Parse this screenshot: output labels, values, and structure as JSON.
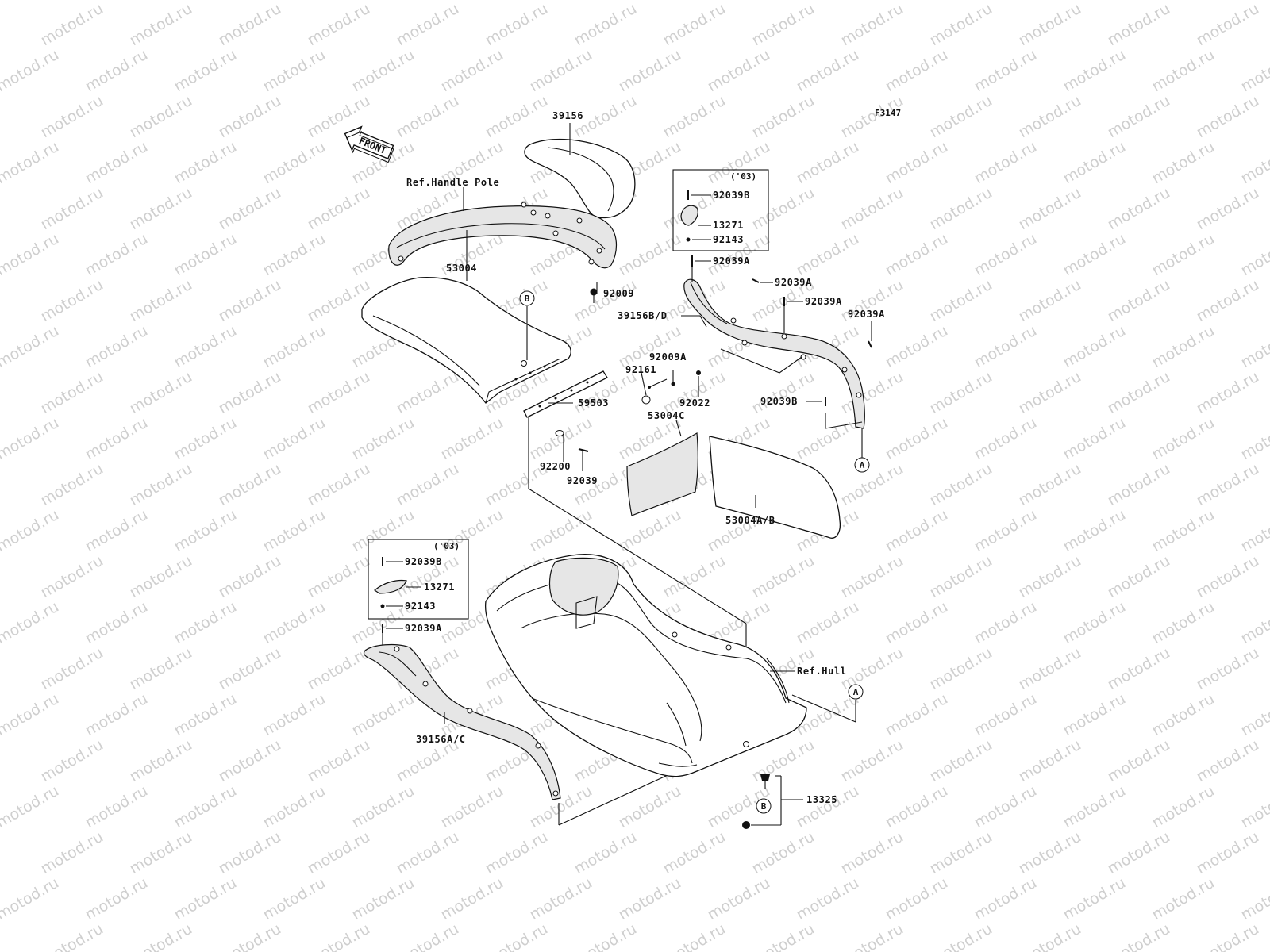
{
  "watermark_text": "motod.ru",
  "figure_code": "F3147",
  "front_label": "FRONT",
  "year_boxes": {
    "top_right": "('03)",
    "bottom_left": "('03)"
  },
  "ref_markers": {
    "a_top": "A",
    "a_bottom": "A",
    "b_top": "B",
    "b_bottom": "B"
  },
  "labels": {
    "p39156": "39156",
    "ref_handle_pole": "Ref.Handle Pole",
    "p53004": "53004",
    "p92009": "92009",
    "p59503": "59503",
    "p92200": "92200",
    "p92039": "92039",
    "box1_92039b": "92039B",
    "box1_13271": "13271",
    "box1_92143": "92143",
    "p92039a_1": "92039A",
    "p92039a_2": "92039A",
    "p92039a_3": "92039A",
    "p92039a_4": "92039A",
    "p39156bd": "39156B/D",
    "p92009a": "92009A",
    "p92161": "92161",
    "p92022": "92022",
    "p53004c": "53004C",
    "p92039b_r": "92039B",
    "p53004ab": "53004A/B",
    "box2_92039b": "92039B",
    "box2_13271": "13271",
    "box2_92143": "92143",
    "p92039a_5": "92039A",
    "ref_hull": "Ref.Hull",
    "p39156ac": "39156A/C",
    "p13325": "13325"
  }
}
